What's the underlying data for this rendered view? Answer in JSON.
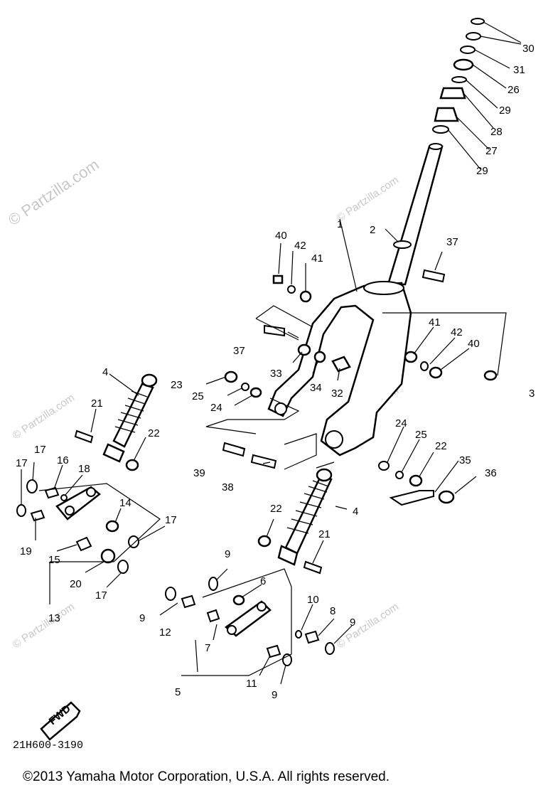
{
  "watermark": "© Partzilla.com",
  "callouts": [
    "30",
    "31",
    "26",
    "29",
    "28",
    "27",
    "29",
    "2",
    "37",
    "1",
    "40",
    "42",
    "41",
    "37",
    "41",
    "42",
    "40",
    "3",
    "33",
    "34",
    "32",
    "23",
    "25",
    "24",
    "4",
    "21",
    "22",
    "39",
    "38",
    "24",
    "25",
    "22",
    "35",
    "36",
    "17",
    "16",
    "18",
    "17",
    "14",
    "17",
    "19",
    "15",
    "20",
    "17",
    "13",
    "22",
    "4",
    "21",
    "9",
    "6",
    "10",
    "8",
    "9",
    "9",
    "12",
    "7",
    "11",
    "9",
    "5"
  ],
  "part_code": "21H600-3190",
  "fwd_label": "FWD",
  "copyright": "©2013  Yamaha Motor Corporation, U.S.A. All rights reserved."
}
